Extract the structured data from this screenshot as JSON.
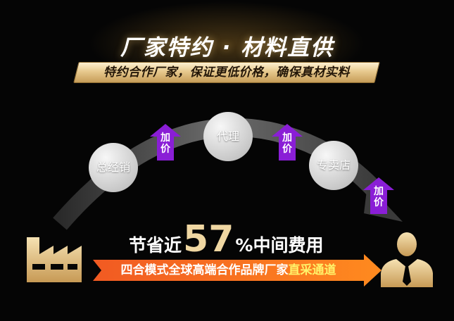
{
  "header": {
    "headline": "厂家特约 · 材料直供",
    "subtitle": "特约合作厂家，保证更低价格，确保真材实料"
  },
  "chain": {
    "nodes": [
      "总经销",
      "代理",
      "专卖店"
    ],
    "markup_label": "加价"
  },
  "savings": {
    "prefix": "节省近",
    "number": "57",
    "percent": "%",
    "suffix": "中间费用"
  },
  "banner": {
    "text": "四合模式全球高端合作品牌厂家",
    "highlight": "直采通道"
  },
  "icons": {
    "source": "factory-icon",
    "destination": "person-icon"
  },
  "colors": {
    "gold": "#e7c98e",
    "purple": "#8a1ed6",
    "orange": "#f5751c",
    "highlight_yellow": "#fff36a"
  }
}
